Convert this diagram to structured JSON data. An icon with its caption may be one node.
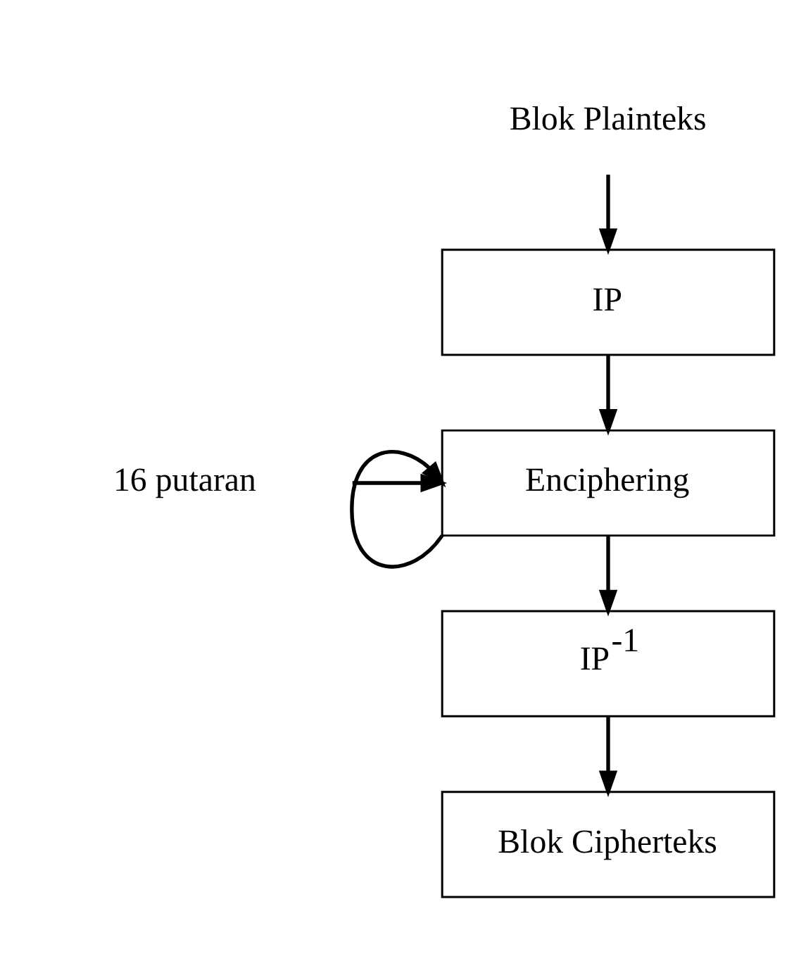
{
  "diagram": {
    "nodes": [
      {
        "text": [
          "Blok Plainteks"
        ]
      },
      {
        "text": [
          "IP"
        ]
      },
      {
        "text": [
          "Enciphering"
        ]
      },
      {
        "text": [
          "IP$^{-1}$"
        ]
      },
      {
        "text": [
          "Blok Cipherteks"
        ]
      },
      {
        "text": [
          "16 putaran"
        ]
      }
    ],
    "edges": [
      {
        "from": 0,
        "to": 1,
        "arrow": "to"
      },
      {
        "from": 1,
        "to": 2,
        "arrow": "to"
      },
      {
        "from": 2,
        "to": 3,
        "arrow": "to"
      },
      {
        "from": 3,
        "to": 4,
        "arrow": "to"
      },
      {
        "from": 5,
        "to": 2,
        "arrow": "to"
      },
      {
        "from": 2,
        "to": 2,
        "arrow": "to"
      }
    ]
  }
}
